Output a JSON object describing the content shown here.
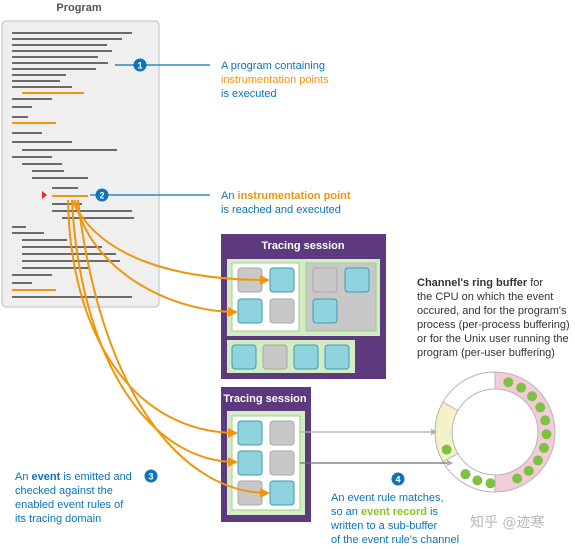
{
  "program": {
    "title": "Program"
  },
  "steps": [
    {
      "number": "1",
      "lines": [
        [
          {
            "text": "A program containing",
            "color": "#0b75b8"
          }
        ],
        [
          {
            "text": "instrumentation points",
            "color": "#f0960e"
          }
        ],
        [
          {
            "text": "is executed",
            "color": "#0b75b8"
          }
        ]
      ]
    },
    {
      "number": "2",
      "lines": [
        [
          {
            "text": "An ",
            "color": "#0b75b8"
          },
          {
            "text": "instrumentation point",
            "color": "#f0960e",
            "bold": true
          }
        ],
        [
          {
            "text": "is reached and executed",
            "color": "#0b75b8"
          }
        ]
      ]
    },
    {
      "number": "3",
      "lines": [
        [
          {
            "text": "An ",
            "color": "#0b75b8"
          },
          {
            "text": "event",
            "color": "#0b75b8",
            "bold": true
          },
          {
            "text": " is emitted and",
            "color": "#0b75b8"
          }
        ],
        [
          {
            "text": "checked against the",
            "color": "#0b75b8"
          }
        ],
        [
          {
            "text": "enabled event rules of",
            "color": "#0b75b8"
          }
        ],
        [
          {
            "text": "its tracing domain",
            "color": "#0b75b8"
          }
        ]
      ]
    },
    {
      "number": "4",
      "lines": [
        [
          {
            "text": "An event rule matches,",
            "color": "#0b75b8"
          }
        ],
        [
          {
            "text": "so an ",
            "color": "#0b75b8"
          },
          {
            "text": "event record",
            "color": "#8dc21f",
            "bold": true
          },
          {
            "text": " is",
            "color": "#0b75b8"
          }
        ],
        [
          {
            "text": "written to a sub-buffer",
            "color": "#0b75b8"
          }
        ],
        [
          {
            "text": "of the event rule's channel",
            "color": "#0b75b8"
          }
        ]
      ]
    }
  ],
  "sessions": {
    "top_title": "Tracing session",
    "bottom_title": "Tracing session"
  },
  "ring_buffer_note": {
    "lines": [
      [
        {
          "text": "Channel's ring buffer",
          "color": "#333333",
          "bold": true
        },
        {
          "text": " for",
          "color": "#333333"
        }
      ],
      [
        {
          "text": "the CPU on which the event",
          "color": "#333333"
        }
      ],
      [
        {
          "text": "occured, and for the program's",
          "color": "#333333"
        }
      ],
      [
        {
          "text": "process (per-process buffering)",
          "color": "#333333"
        }
      ],
      [
        {
          "text": "or for the Unix user running the",
          "color": "#333333"
        }
      ],
      [
        {
          "text": "program (per-user buffering)",
          "color": "#333333"
        }
      ]
    ]
  },
  "watermark": "知乎 @迹寒",
  "colors": {
    "blue": "#0b75b8",
    "orange": "#f0960e",
    "session_purple": "#5d3a7d",
    "channel_green": "#d3ecc4",
    "record_green": "#7cc243",
    "event_cyan": "#8fd3df",
    "slot_gray": "#c8c8c8"
  }
}
